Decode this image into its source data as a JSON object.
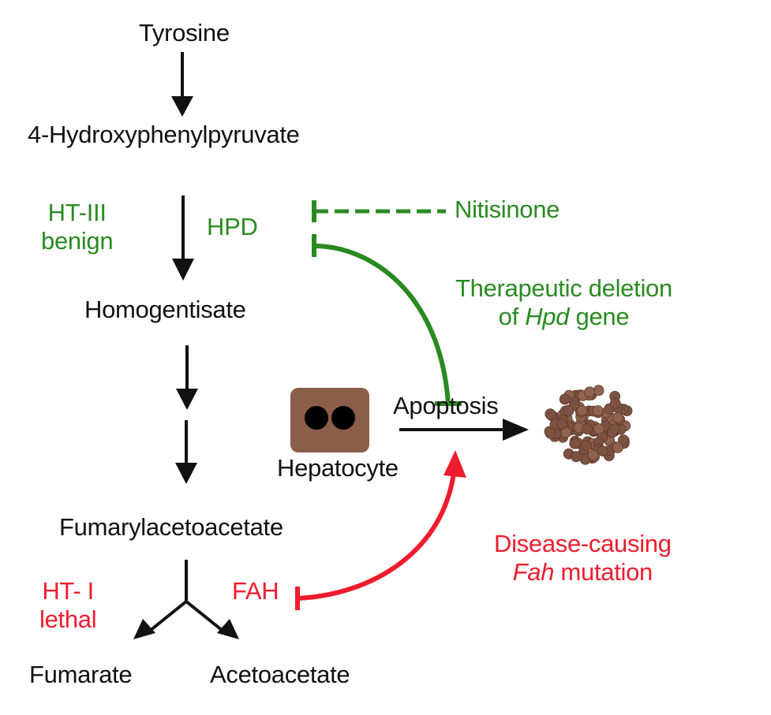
{
  "colors": {
    "black": "#111111",
    "green": "#2a8a22",
    "red": "#ee1c2e",
    "hepatocyte": "#8b5e4a",
    "nucleus": "#000000",
    "debris": "#7a5040"
  },
  "pathway": {
    "tyrosine": "Tyrosine",
    "hpp": "4-Hydroxyphenylpyruvate",
    "homogentisate": "Homogentisate",
    "faa": "Fumarylacetoacetate",
    "fumarate": "Fumarate",
    "acetoacetate": "Acetoacetate"
  },
  "enzymes": {
    "hpd": "HPD",
    "fah": "FAH"
  },
  "conditions": {
    "ht3_line1": "HT-III",
    "ht3_line2": "benign",
    "ht1_line1": "HT- I",
    "ht1_line2": "lethal"
  },
  "inhibitors": {
    "nitisinone": "Nitisinone",
    "therapeutic_line1": "Therapeutic deletion",
    "therapeutic_pre": "of ",
    "therapeutic_gene": "Hpd",
    "therapeutic_post": " gene",
    "disease_line1": "Disease-causing",
    "disease_gene": "Fah",
    "disease_post": " mutation"
  },
  "cells": {
    "hepatocyte": "Hepatocyte",
    "apoptosis": "Apoptosis"
  },
  "icons": {
    "hepatocyte": "hepatocyte-cell-icon",
    "debris": "apoptotic-bodies-icon"
  }
}
